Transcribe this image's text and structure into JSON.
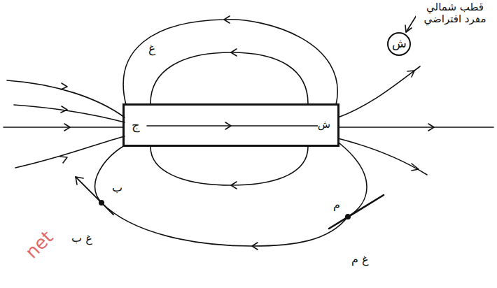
{
  "diagram": {
    "nodes": [
      {
        "text": [
          "ج",
          "ش"
        ]
      },
      {
        "text": [
          "ش"
        ]
      }
    ],
    "labels": [
      "قطب شمالي مفرد افتراضي",
      "غ",
      "ب",
      "غ ب",
      "م",
      "غ م",
      "net"
    ]
  }
}
